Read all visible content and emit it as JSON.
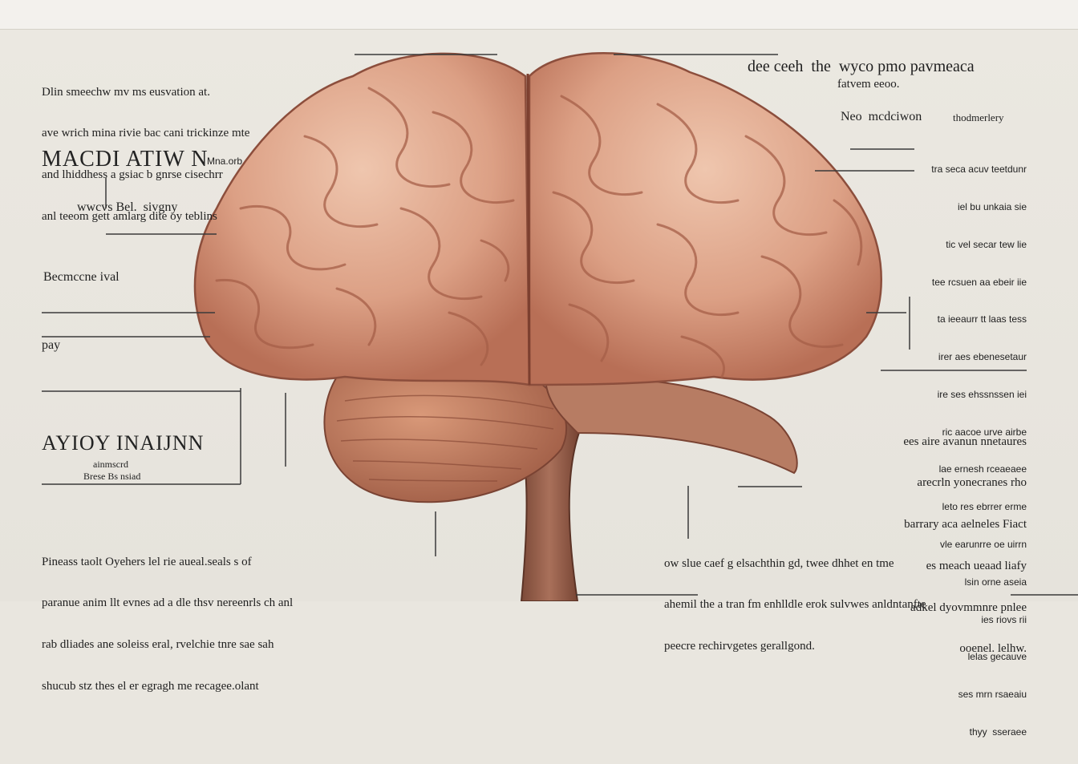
{
  "top_left_block": [
    "Dlin smeechw mv ms eusvation at.",
    "ave wrich mina rivie bac cani trickinze mte",
    "and lhiddhess a gsiac b gnrse cisechrr",
    "anl teeom gett amlarg dite oy teblins"
  ],
  "heading_left_1": "MACDI ATIW N",
  "heading_left_1_sub": "Mna.orb",
  "label_w1": "wwcvs Bel.  sivgny",
  "label_w2": "Becmccne ival",
  "label_w3": "pay",
  "heading_left_2": "AYIOY INAIJNN",
  "heading_left_2_sub": [
    "ainmscrd",
    "Brese Bs nsiad"
  ],
  "bottom_left_block": [
    "Pineass taolt Oyehers lel rie aueal.seals s of",
    "paranue anim llt evnes ad a dle thsv nereenrls ch anl",
    "rab dliades ane soleiss eral, rvelchie tnre sae sah",
    "shucub stz thes el er egragh me recagee.olant"
  ],
  "top_right_title": [
    "dee ceeh  the  wyco pmo pavmeaca",
    "fatvem eeoo."
  ],
  "label_r1": "Neo  mcdciwon",
  "label_r2": "thodmerlery",
  "right_column_lines": [
    "tra seca acuv teetdunr",
    "iel bu unkaia sie",
    "tic vel secar tew lie",
    "tee rcsuen aa ebeir iie",
    "ta ieeaurr tt laas tess",
    "irer aes ebenesetaur",
    "ire ses ehssnssen iei",
    "ric aacoe urve airbe",
    "lae ernesh rceaeaee",
    "leto res ebrrer erme",
    "vle earunrre oe uirrn",
    "lsin orne aseia",
    "ies riovs rii",
    "lelas gecauve",
    "ses mrn rsaeaiu",
    "thyy  sseraee"
  ],
  "right_block_2": [
    "ees aire avanun nnetaures",
    "arecrln yonecranes rho",
    "barrary aca aelneles Fiact",
    "es meach ueaad liafy",
    "adkel dyovmmnre pnlee",
    "ooenel. lelhw."
  ],
  "bottom_right_block": [
    "ow slue caef g elsachthin gd, twee dhhet en tme",
    "ahemil the a tran fm enhlldle erok sulvwes anldntanfte",
    "peecre rechirvgetes gerallgond."
  ]
}
